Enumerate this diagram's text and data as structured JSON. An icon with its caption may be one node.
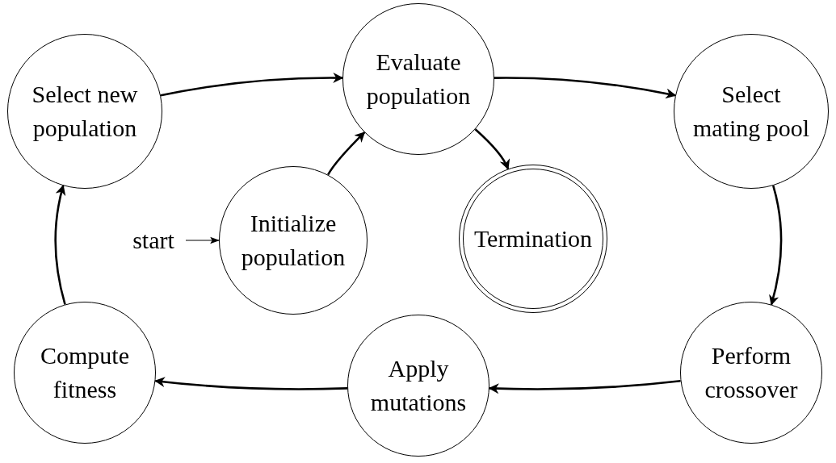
{
  "diagram": {
    "nodes": [
      {
        "text": [
          "Select new population"
        ]
      },
      {
        "text": [
          "Evaluate population"
        ]
      },
      {
        "text": [
          "Select mating pool"
        ]
      },
      {
        "text": [
          "Initialize population"
        ]
      },
      {
        "text": [
          "Termination"
        ]
      },
      {
        "text": [
          "Compute fitness"
        ]
      },
      {
        "text": [
          "Apply mutations"
        ]
      },
      {
        "text": [
          "Perform crossover"
        ]
      },
      {
        "text": [
          "start"
        ]
      }
    ],
    "edges": [
      {
        "from": 0,
        "to": 1,
        "arrow": "to"
      },
      {
        "from": 1,
        "to": 2,
        "arrow": "to"
      },
      {
        "from": 2,
        "to": 7,
        "arrow": "to"
      },
      {
        "from": 7,
        "to": 6,
        "arrow": "to"
      },
      {
        "from": 6,
        "to": 5,
        "arrow": "to"
      },
      {
        "from": 5,
        "to": 0,
        "arrow": "to"
      },
      {
        "from": 3,
        "to": 1,
        "arrow": "to"
      },
      {
        "from": 1,
        "to": 4,
        "arrow": "to"
      },
      {
        "from": 8,
        "to": 3,
        "arrow": "to"
      }
    ]
  }
}
